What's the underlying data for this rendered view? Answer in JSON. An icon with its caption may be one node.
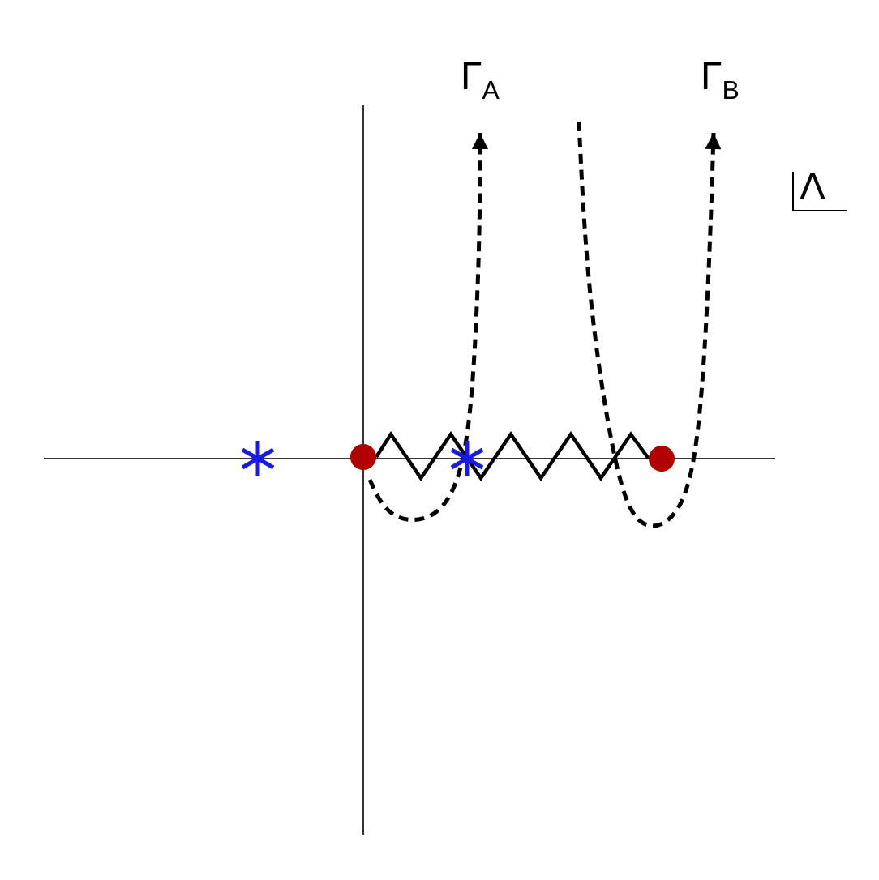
{
  "diagram": {
    "nodes": [
      {
        "text": [],
        "shape": "circle"
      },
      {
        "text": [],
        "shape": "circle"
      }
    ],
    "edges": [
      {
        "from": 0,
        "to": 1,
        "arrow": "none"
      }
    ],
    "labels": [
      "Γ$_{A}$",
      "Γ$_{B}$",
      "Λ"
    ]
  }
}
